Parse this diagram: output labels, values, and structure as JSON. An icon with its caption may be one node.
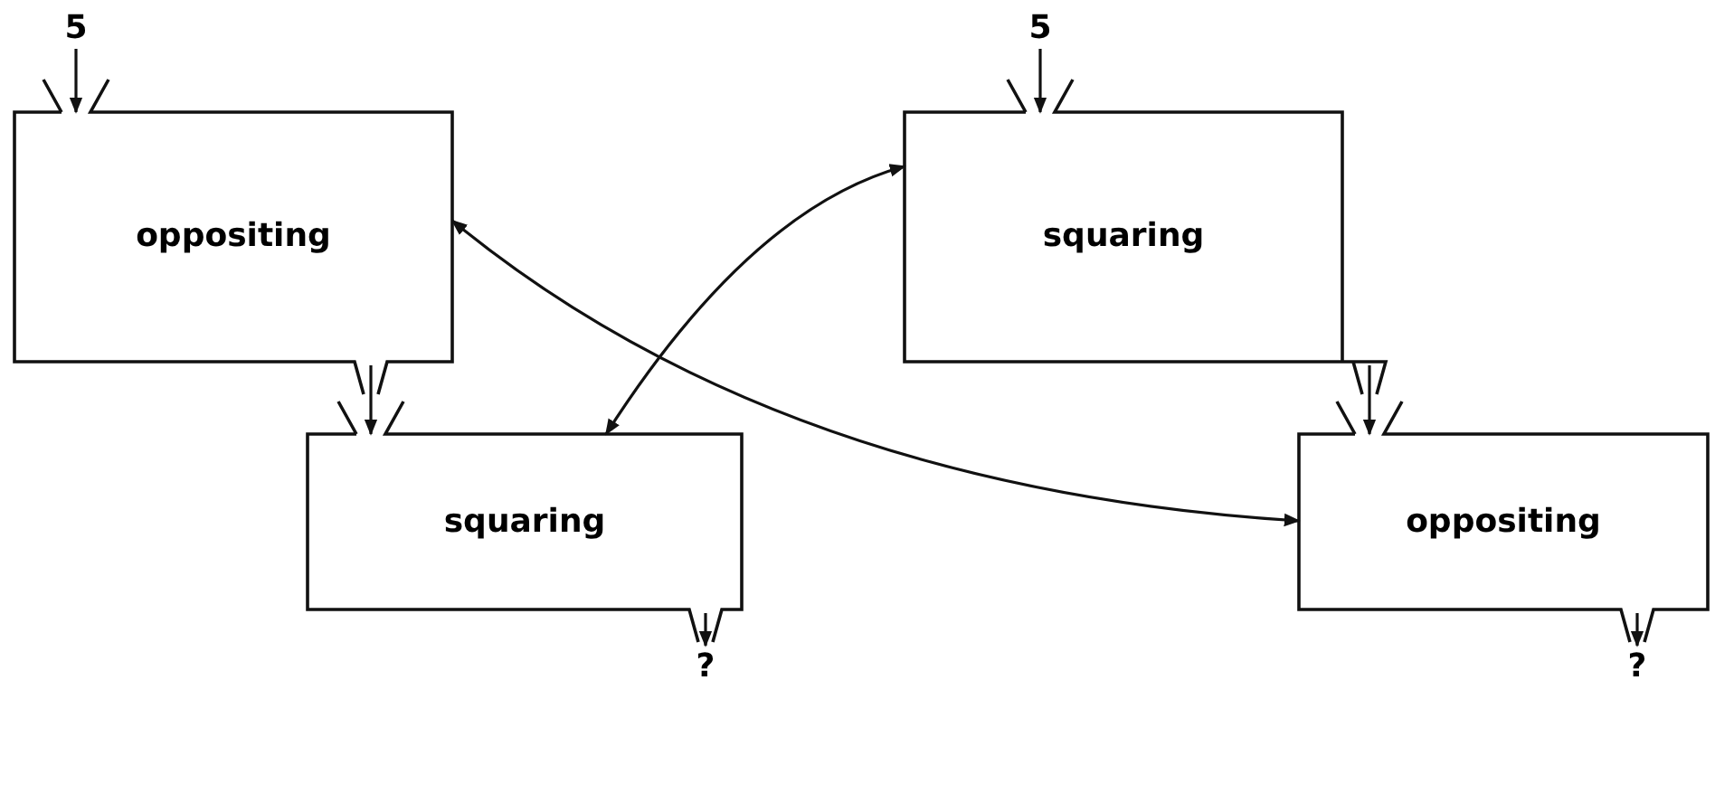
{
  "diagram": {
    "nodes": [
      {
        "text": [
          "5"
        ]
      },
      {
        "text": [
          "oppositing"
        ]
      },
      {
        "text": [
          "squaring"
        ]
      },
      {
        "text": [
          "?"
        ]
      },
      {
        "text": [
          "5"
        ]
      },
      {
        "text": [
          "squaring"
        ]
      },
      {
        "text": [
          "oppositing"
        ]
      },
      {
        "text": [
          "?"
        ]
      }
    ],
    "edges": [
      {
        "from": 0,
        "to": 1,
        "arrow": "to"
      },
      {
        "from": 1,
        "to": 2,
        "arrow": "to"
      },
      {
        "from": 2,
        "to": 3,
        "arrow": "to"
      },
      {
        "from": 4,
        "to": 5,
        "arrow": "to"
      },
      {
        "from": 5,
        "to": 6,
        "arrow": "to"
      },
      {
        "from": 6,
        "to": 7,
        "arrow": "to"
      },
      {
        "from": 1,
        "to": 6,
        "arrow": "both"
      },
      {
        "from": 2,
        "to": 5,
        "arrow": "both"
      }
    ]
  }
}
